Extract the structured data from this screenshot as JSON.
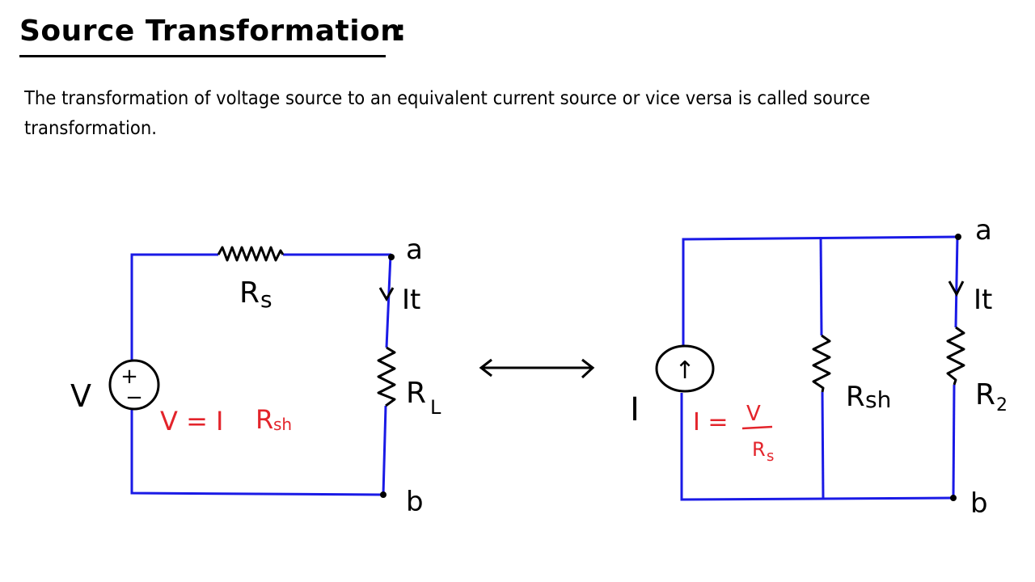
{
  "title": "Source Transformation",
  "title_separator": ":",
  "description": "The transformation of voltage source to an equivalent current source or vice versa is called source transformation.",
  "colors": {
    "wire": "#1a1ae6",
    "component": "#000000",
    "equation": "#e3242b"
  },
  "voltage_circuit": {
    "source_label": "V",
    "source_plus": "+",
    "source_minus": "−",
    "series_resistor": {
      "label": "R",
      "subscript": "s"
    },
    "load_resistor": {
      "label": "R",
      "subscript": "L"
    },
    "current_label": "It",
    "node_top": "a",
    "node_bottom": "b",
    "equation": {
      "lhs": "V = I",
      "r": "R",
      "sub": "sh"
    }
  },
  "equivalence_arrow": "bidirectional-arrow",
  "current_circuit": {
    "source_label": "I",
    "source_arrow": "↑",
    "shunt_resistor": {
      "label": "R",
      "subscript": "sh"
    },
    "load_resistor": {
      "label": "R",
      "subscript": "2"
    },
    "current_label": "It",
    "node_top": "a",
    "node_bottom": "b",
    "equation": {
      "lhs": "I =",
      "numerator": "V",
      "denominator_r": "R",
      "denominator_sub": "s"
    }
  }
}
